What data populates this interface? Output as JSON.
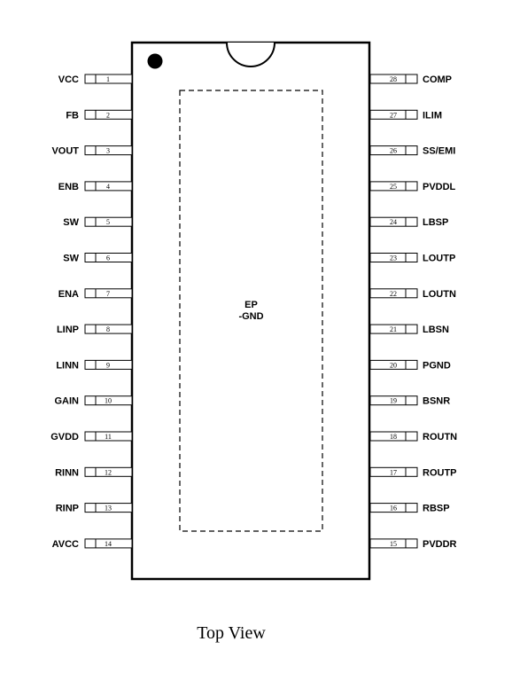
{
  "diagram": {
    "exposed_pad": {
      "line1": "EP",
      "line2": "-GND"
    },
    "caption": "Top View",
    "left_pins": [
      {
        "num": "1",
        "name": "VCC"
      },
      {
        "num": "2",
        "name": "FB"
      },
      {
        "num": "3",
        "name": "VOUT"
      },
      {
        "num": "4",
        "name": "ENB"
      },
      {
        "num": "5",
        "name": "SW"
      },
      {
        "num": "6",
        "name": "SW"
      },
      {
        "num": "7",
        "name": "ENA"
      },
      {
        "num": "8",
        "name": "LINP"
      },
      {
        "num": "9",
        "name": "LINN"
      },
      {
        "num": "10",
        "name": "GAIN"
      },
      {
        "num": "11",
        "name": "GVDD"
      },
      {
        "num": "12",
        "name": "RINN"
      },
      {
        "num": "13",
        "name": "RINP"
      },
      {
        "num": "14",
        "name": "AVCC"
      }
    ],
    "right_pins": [
      {
        "num": "28",
        "name": "COMP"
      },
      {
        "num": "27",
        "name": "ILIM"
      },
      {
        "num": "26",
        "name": "SS/EMI"
      },
      {
        "num": "25",
        "name": "PVDDL"
      },
      {
        "num": "24",
        "name": "LBSP"
      },
      {
        "num": "23",
        "name": "LOUTP"
      },
      {
        "num": "22",
        "name": "LOUTN"
      },
      {
        "num": "21",
        "name": "LBSN"
      },
      {
        "num": "20",
        "name": "PGND"
      },
      {
        "num": "19",
        "name": "BSNR"
      },
      {
        "num": "18",
        "name": "ROUTN"
      },
      {
        "num": "17",
        "name": "ROUTP"
      },
      {
        "num": "16",
        "name": "RBSP"
      },
      {
        "num": "15",
        "name": "PVDDR"
      }
    ]
  }
}
